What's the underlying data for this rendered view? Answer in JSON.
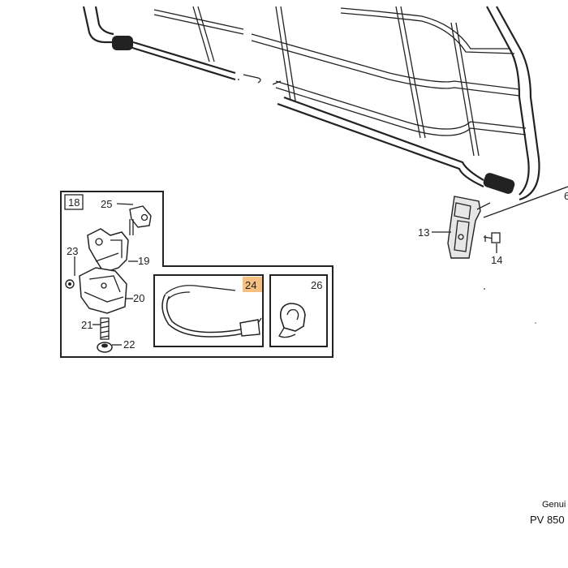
{
  "callouts": {
    "c18": "18",
    "c25": "25",
    "c23": "23",
    "c19": "19",
    "c20": "20",
    "c21": "21",
    "c22": "22",
    "c24": "24",
    "c26": "26",
    "c13": "13",
    "c14": "14",
    "c_edge": "6"
  },
  "highlight_color": "#f5c080",
  "footer": {
    "line1": "Genui",
    "line2": "PV 850"
  }
}
